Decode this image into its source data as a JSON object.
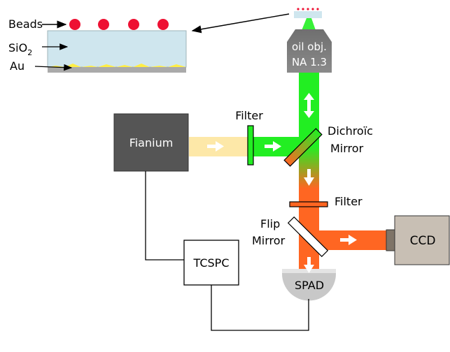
{
  "labels": {
    "beads": "Beads",
    "sio2_main": "SiO",
    "sio2_sub": "2",
    "au": "Au",
    "objective_line1": "oil obj.",
    "objective_line2": "NA 1.3",
    "fianium": "Fianium",
    "filter_top": "Filter",
    "dichroic_line1": "Dichroïc",
    "dichroic_line2": "Mirror",
    "filter_mid": "Filter",
    "flip_line1": "Flip",
    "flip_line2": "Mirror",
    "ccd": "CCD",
    "tcspc": "TCSPC",
    "spad": "SPAD"
  },
  "colors": {
    "green_beam": "#22ee22",
    "orange_beam": "#ff6622",
    "white_beam": "#fde8a8",
    "fianium_box": "#555555",
    "objective": "#7f7f7f",
    "ccd_box": "#c8bfb4",
    "spad": "#c8c8c8",
    "substrate": "#cfe6ee",
    "au_layer": "#ffee44",
    "bead": "#ee1133"
  },
  "icons": {
    "bead": "red-circle",
    "up_down_arrow": "double-arrow-icon",
    "right_arrow": "right-arrow-icon",
    "down_arrow": "down-arrow-icon"
  }
}
